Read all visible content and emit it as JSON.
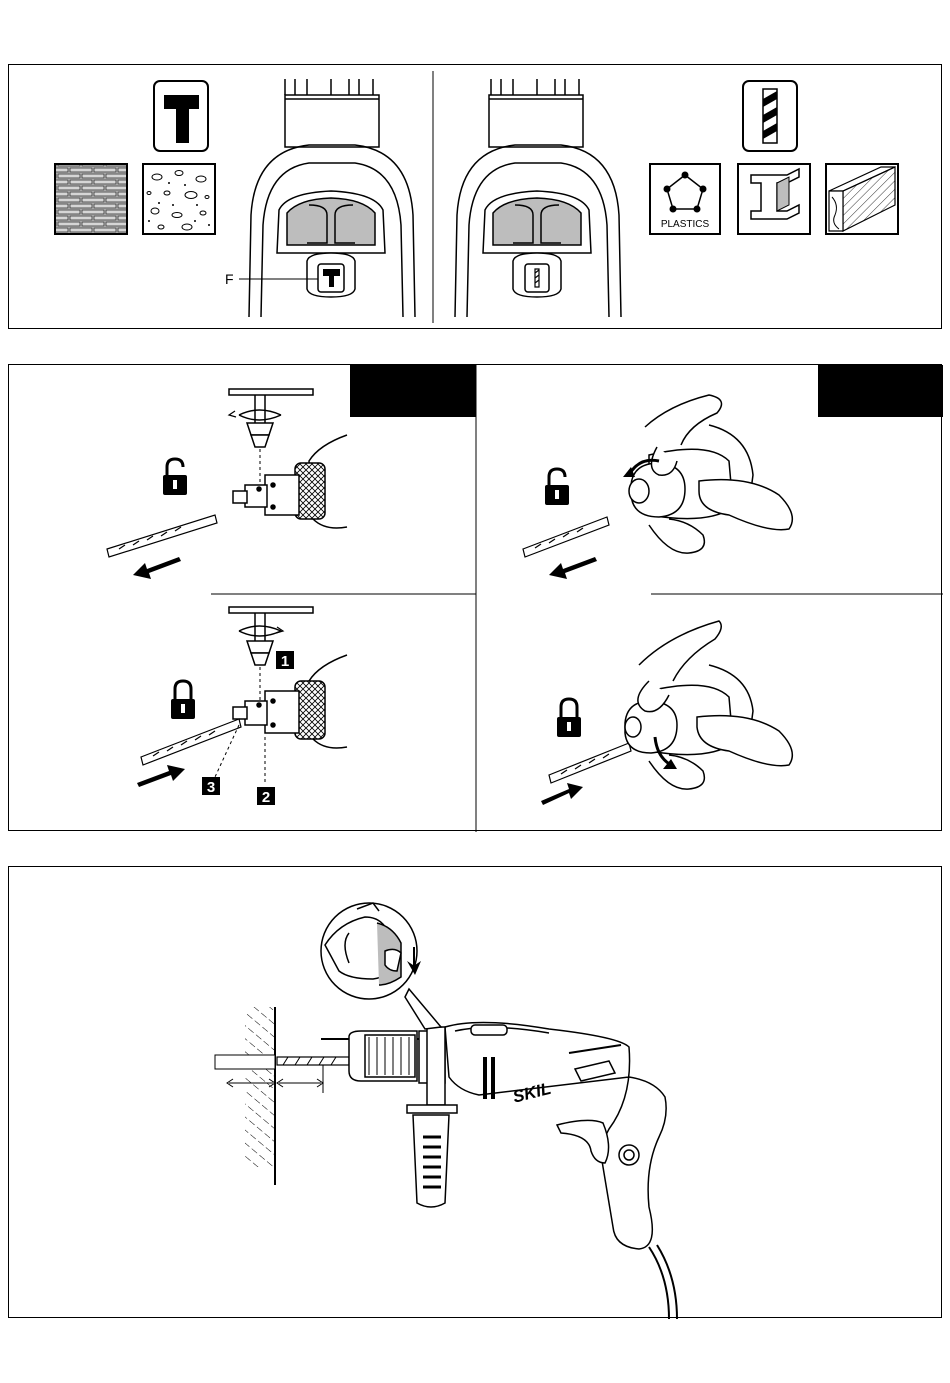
{
  "top_panel": {
    "label_f": "F",
    "material_plastics": "PLASTICS",
    "hammer_icon": "hammer-mode-icon",
    "drill_icon": "drill-mode-icon"
  },
  "middle_panel": {
    "steps": [
      "1",
      "2",
      "3"
    ]
  },
  "bottom_panel": {
    "brand": "SKIL"
  }
}
